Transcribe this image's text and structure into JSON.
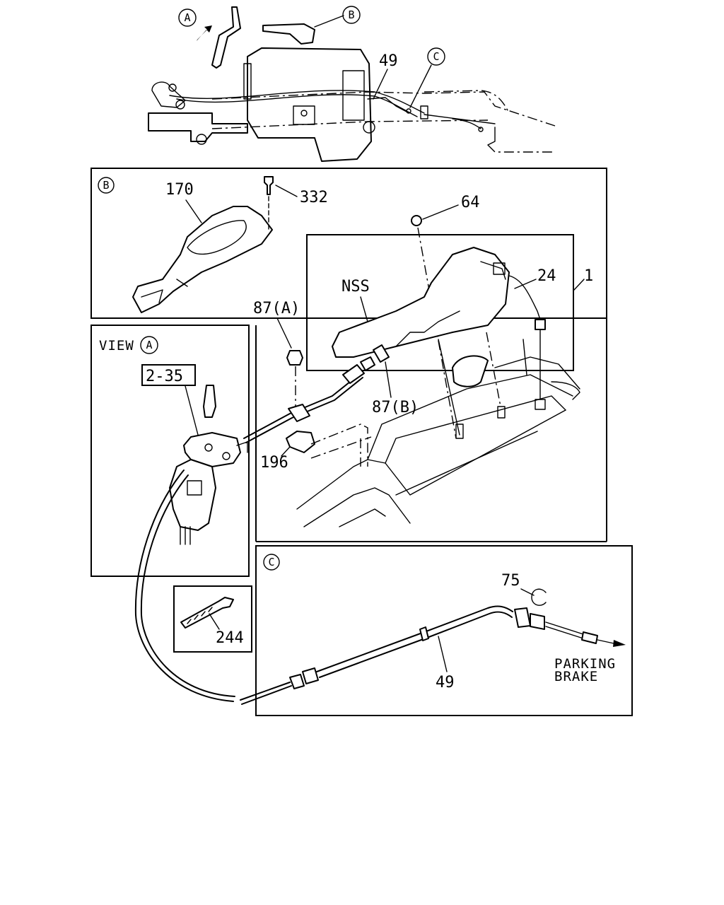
{
  "callouts": {
    "a_top": "A",
    "b_top": "B",
    "c_top": "C",
    "b_panel": "B",
    "view_a_circle": "A",
    "c_panel": "C"
  },
  "labels": {
    "part_49_top": "49",
    "part_170": "170",
    "part_332": "332",
    "part_64": "64",
    "part_24": "24",
    "part_1": "1",
    "nss": "NSS",
    "part_87a": "87(A)",
    "part_87b": "87(B)",
    "part_196": "196",
    "view_a": "VIEW",
    "part_2_35": "2-35",
    "part_244": "244",
    "part_75": "75",
    "part_49_c": "49",
    "parking": "PARKING",
    "brake": "BRAKE"
  }
}
